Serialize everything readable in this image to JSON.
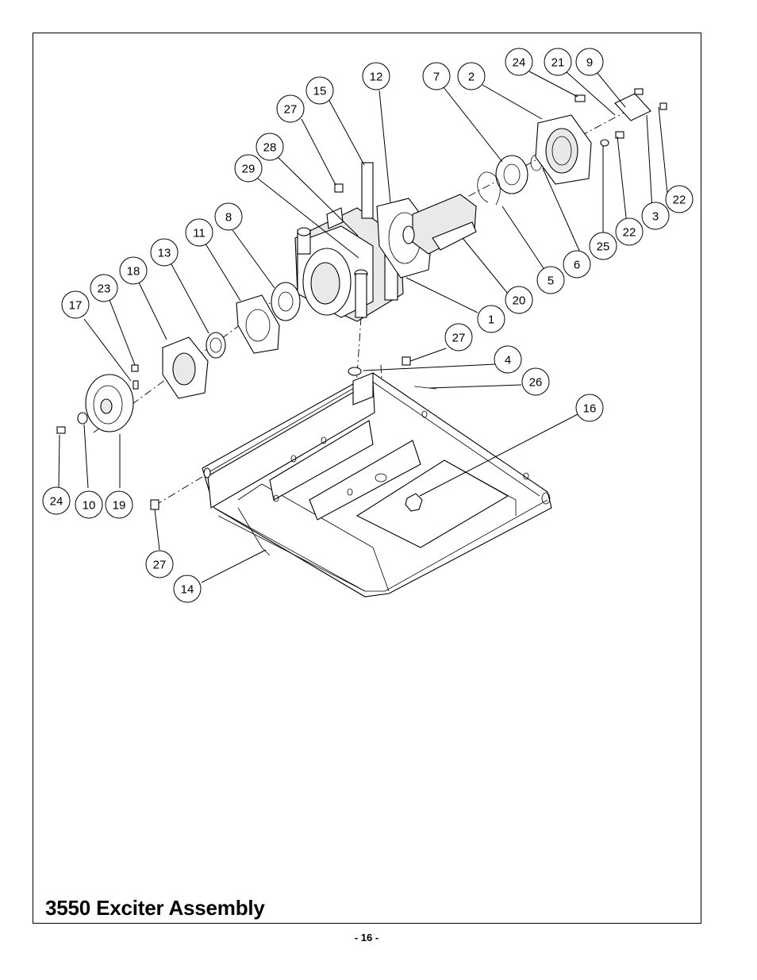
{
  "document": {
    "title": "3550 Exciter Assembly",
    "page_number": "- 16 -"
  },
  "callouts": [
    {
      "id": "c-24a",
      "label": "24"
    },
    {
      "id": "c-21",
      "label": "21"
    },
    {
      "id": "c-9",
      "label": "9"
    },
    {
      "id": "c-7",
      "label": "7"
    },
    {
      "id": "c-2",
      "label": "2"
    },
    {
      "id": "c-12",
      "label": "12"
    },
    {
      "id": "c-15",
      "label": "15"
    },
    {
      "id": "c-27a",
      "label": "27"
    },
    {
      "id": "c-28",
      "label": "28"
    },
    {
      "id": "c-29",
      "label": "29"
    },
    {
      "id": "c-22a",
      "label": "22"
    },
    {
      "id": "c-3",
      "label": "3"
    },
    {
      "id": "c-22b",
      "label": "22"
    },
    {
      "id": "c-25",
      "label": "25"
    },
    {
      "id": "c-6",
      "label": "6"
    },
    {
      "id": "c-5",
      "label": "5"
    },
    {
      "id": "c-20",
      "label": "20"
    },
    {
      "id": "c-1",
      "label": "1"
    },
    {
      "id": "c-8",
      "label": "8"
    },
    {
      "id": "c-11",
      "label": "11"
    },
    {
      "id": "c-13",
      "label": "13"
    },
    {
      "id": "c-18",
      "label": "18"
    },
    {
      "id": "c-23",
      "label": "23"
    },
    {
      "id": "c-17",
      "label": "17"
    },
    {
      "id": "c-27b",
      "label": "27"
    },
    {
      "id": "c-4",
      "label": "4"
    },
    {
      "id": "c-26",
      "label": "26"
    },
    {
      "id": "c-16",
      "label": "16"
    },
    {
      "id": "c-24b",
      "label": "24"
    },
    {
      "id": "c-10",
      "label": "10"
    },
    {
      "id": "c-19",
      "label": "19"
    },
    {
      "id": "c-27c",
      "label": "27"
    },
    {
      "id": "c-14",
      "label": "14"
    }
  ]
}
